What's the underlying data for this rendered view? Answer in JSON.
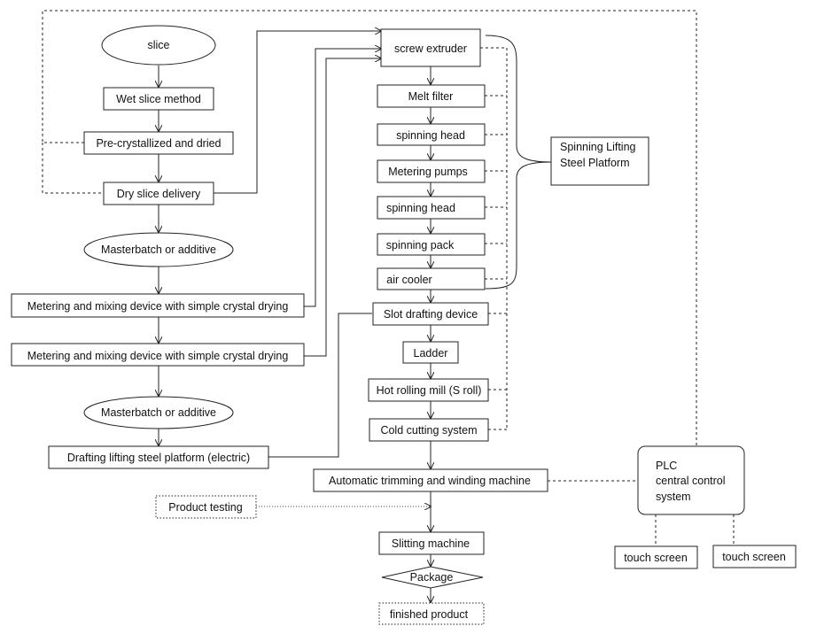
{
  "nodes": {
    "slice": "slice",
    "wet_slice": "Wet slice method",
    "precrystallized": "Pre-crystallized and dried",
    "dry_slice": "Dry slice delivery",
    "masterbatch_1": "Masterbatch or additive",
    "metering_1": "Metering and mixing device with simple crystal drying",
    "metering_2": "Metering and mixing device with simple crystal drying",
    "masterbatch_2": "Masterbatch or additive",
    "drafting_platform": "Drafting lifting steel platform (electric)",
    "screw_extruder": "screw extruder",
    "melt_filter": "Melt filter",
    "spinning_head_1": "spinning head",
    "metering_pumps": "Metering pumps",
    "spinning_head_2": "spinning head",
    "spinning_pack": "spinning pack",
    "air_cooler": "air cooler",
    "slot_drafting": "Slot drafting device",
    "ladder": "Ladder",
    "hot_rolling": "Hot rolling mill (S roll)",
    "cold_cutting": "Cold cutting system",
    "winding": "Automatic trimming and winding machine",
    "product_testing": "Product testing",
    "slitting": "Slitting machine",
    "package": "Package",
    "finished": "finished product",
    "platform_line1": "Spinning Lifting",
    "platform_line2": "Steel Platform",
    "plc_line1": "PLC",
    "plc_line2": "central control",
    "plc_line3": "system",
    "touch_1": "touch screen",
    "touch_2": "touch screen"
  }
}
